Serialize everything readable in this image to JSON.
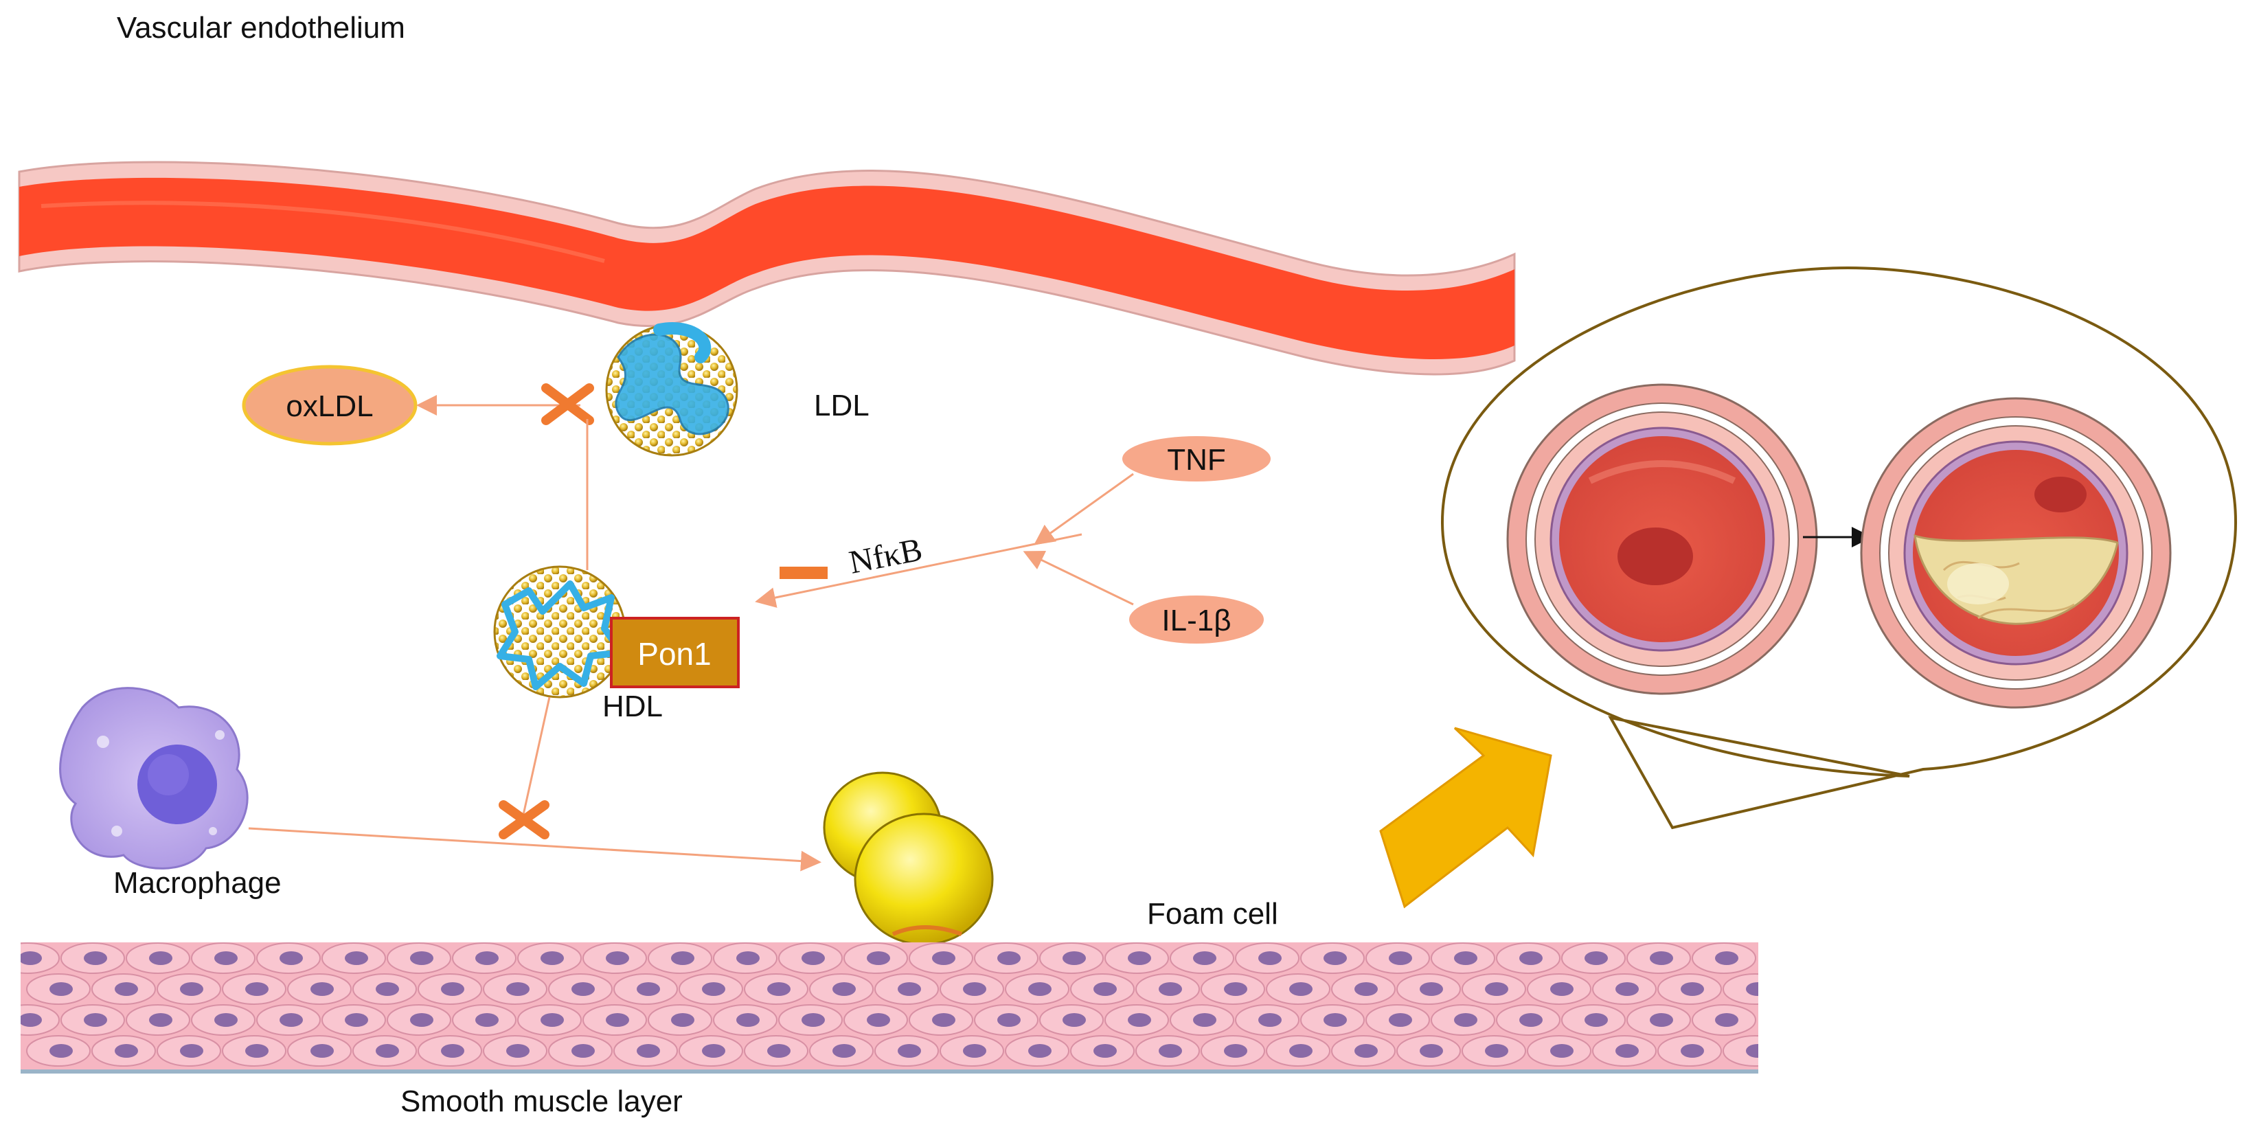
{
  "labels": {
    "vascular_endothelium": "Vascular endothelium",
    "oxldl": "oxLDL",
    "ldl": "LDL",
    "tnf": "TNF",
    "nfkb": "NfκB",
    "il1b": "IL-1β",
    "pon1": "Pon1",
    "hdl": "HDL",
    "macrophage": "Macrophage",
    "foam_cell": "Foam cell",
    "smooth_muscle_layer": "Smooth muscle layer"
  },
  "colors": {
    "vessel_red": "#ff4a2a",
    "vessel_border": "#f6c8c4",
    "arrow_orange": "#f4a27c",
    "inhibit_orange": "#f07a30",
    "oxldl_fill": "#f4a880",
    "oxldl_border": "#f4c430",
    "cytokine_fill": "#f7a88a",
    "pon1_fill": "#d08a10",
    "pon1_border": "#cc2222",
    "big_arrow": "#f4b400",
    "callout_border": "#7a5a10",
    "foam_yellow": "#f4e010",
    "smooth_muscle_pink": "#f6b6c2",
    "nucleus_purple": "#8a6aa6"
  },
  "icons": {
    "ldl": "ldl-particle-icon",
    "hdl": "hdl-particle-icon",
    "macrophage": "macrophage-cell-icon",
    "foam_cell": "foam-cell-icon",
    "artery_healthy": "artery-cross-section-icon",
    "artery_plaque": "artery-plaque-cross-section-icon"
  }
}
